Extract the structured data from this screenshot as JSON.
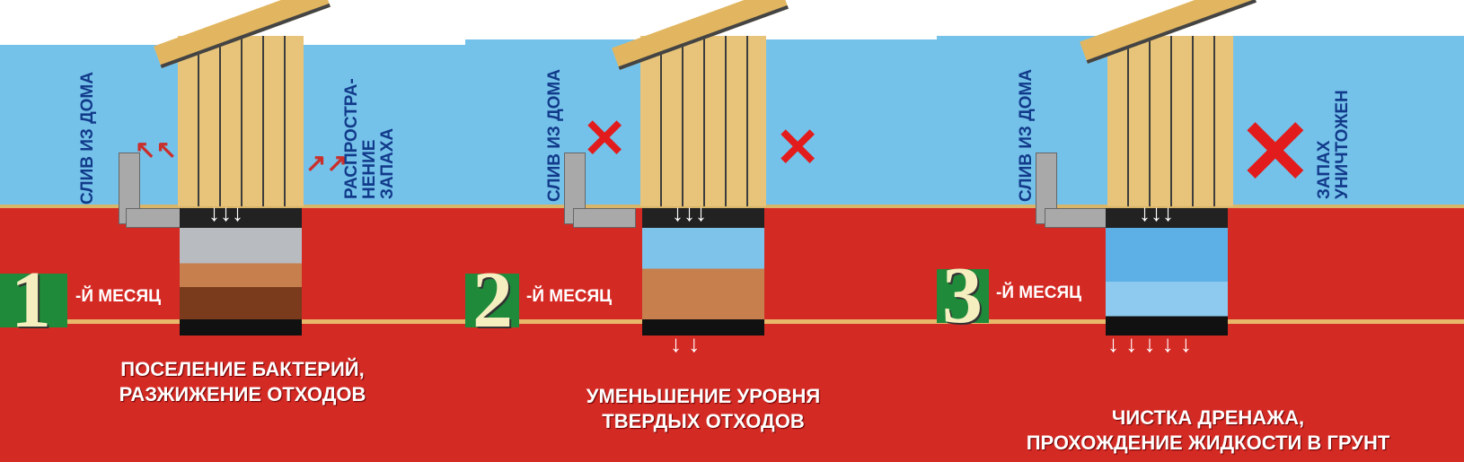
{
  "panels": [
    {
      "number": "1",
      "month_suffix": "-Й МЕСЯЦ",
      "left_label": "СЛИВ ИЗ ДОМА",
      "right_label_1": "РАСПРОСТРА-",
      "right_label_2": "НЕНИЕ",
      "right_label_3": "ЗАПАХА",
      "caption_1": "ПОСЕЛЕНИЕ БАКТЕРИЙ,",
      "caption_2": "РАЗЖИЖЕНИЕ ОТХОДОВ"
    },
    {
      "number": "2",
      "month_suffix": "-Й МЕСЯЦ",
      "left_label": "СЛИВ ИЗ ДОМА",
      "caption_1": "УМЕНЬШЕНИЕ УРОВНЯ",
      "caption_2": "ТВЕРДЫХ ОТХОДОВ"
    },
    {
      "number": "3",
      "month_suffix": "-Й МЕСЯЦ",
      "left_label": "СЛИВ ИЗ ДОМА",
      "right_label_1": "ЗАПАХ",
      "right_label_2": "УНИЧТОЖЕН",
      "caption_1": "ЧИСТКА ДРЕНАЖА,",
      "caption_2": "ПРОХОЖДЕНИЕ ЖИДКОСТИ В ГРУНТ"
    }
  ],
  "colors": {
    "sky": "#74c2ea",
    "ground": "#d42a24",
    "badge": "#1e8a3a",
    "label": "#123a8a",
    "cross": "#e21c1c"
  }
}
